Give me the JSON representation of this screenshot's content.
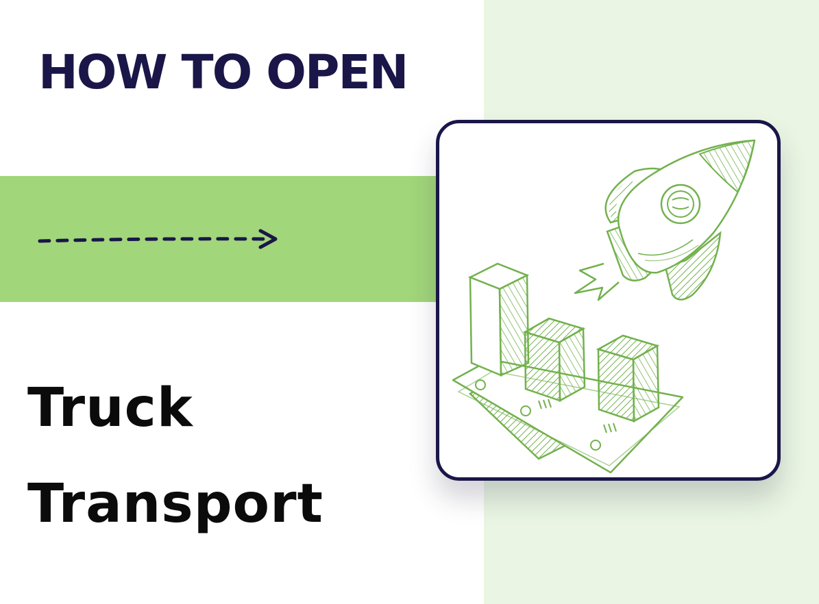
{
  "heading": "HOW TO OPEN",
  "title": {
    "line1": "Truck",
    "line2": "Transport"
  },
  "illustration": {
    "name": "rocket-and-growth-chart-icon"
  },
  "colors": {
    "navy": "#1a1648",
    "accent_green": "#a1d67a",
    "pale_green": "#eaf6e3",
    "sketch_green": "#72b14d"
  }
}
